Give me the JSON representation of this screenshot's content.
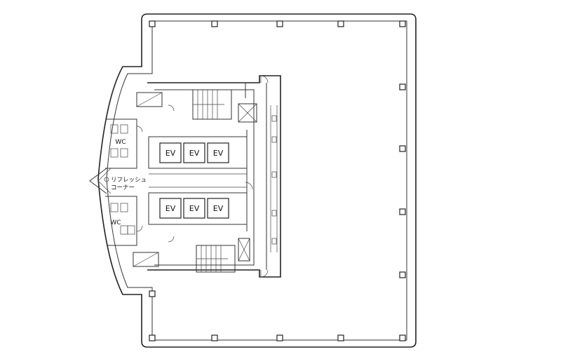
{
  "labels": {
    "ev": "EV",
    "wc": "WC",
    "refresh_line1": "リフレッシュ",
    "refresh_line2": "コーナー"
  },
  "elevators": {
    "upper_bank": [
      "EV",
      "EV",
      "EV"
    ],
    "lower_bank": [
      "EV",
      "EV",
      "EV"
    ]
  },
  "restrooms": [
    "WC",
    "WC"
  ]
}
